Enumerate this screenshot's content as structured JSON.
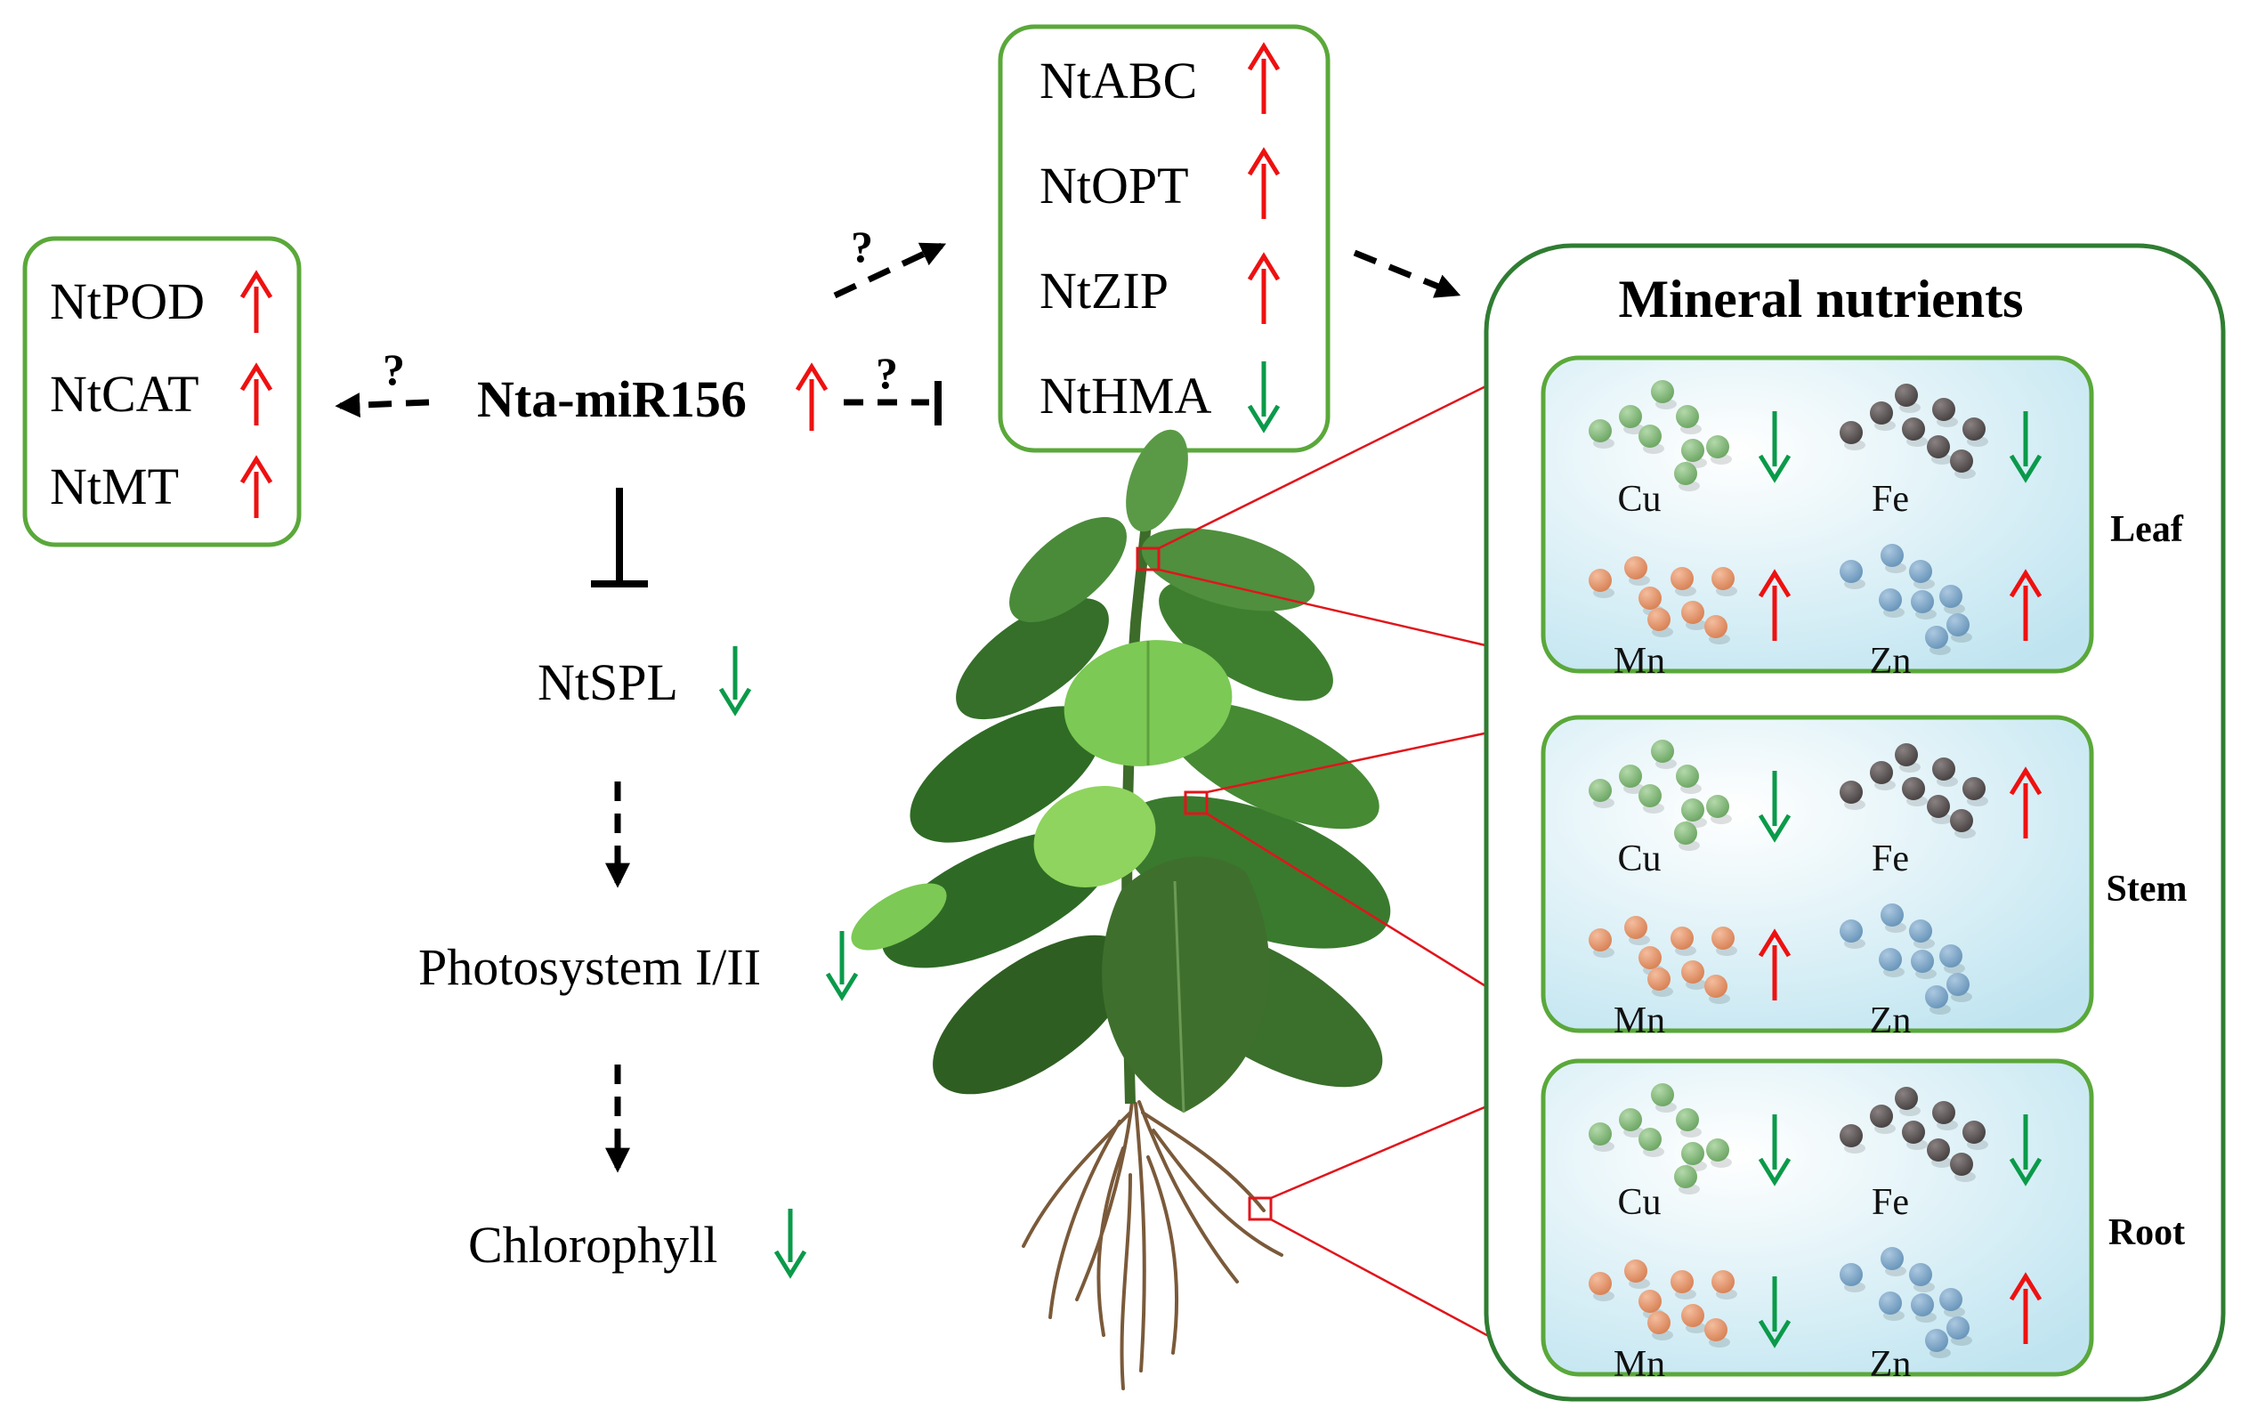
{
  "colors": {
    "box_border": "#5aa83a",
    "panel_border": "#2f7d32",
    "up_arrow": "#ee1111",
    "down_arrow": "#0a9a4a",
    "zoom_line": "#e0151b",
    "cu_dot": "#86b87c",
    "fe_dot": "#5e5757",
    "mn_dot": "#e59a75",
    "zn_dot": "#7fa8c8"
  },
  "left_box": {
    "items": [
      {
        "label": "NtPOD",
        "trend": "up"
      },
      {
        "label": "NtCAT",
        "trend": "up"
      },
      {
        "label": "NtMT",
        "trend": "up"
      }
    ]
  },
  "top_box": {
    "items": [
      {
        "label": "NtABC",
        "trend": "up"
      },
      {
        "label": "NtOPT",
        "trend": "up"
      },
      {
        "label": "NtZIP",
        "trend": "up"
      },
      {
        "label": "NtHMA",
        "trend": "down"
      }
    ]
  },
  "center": {
    "mirna": "Nta-miR156",
    "mirna_trend": "up",
    "question_mark": "?",
    "pathway": [
      {
        "label": "NtSPL",
        "trend": "down"
      },
      {
        "label": "Photosystem I/II",
        "trend": "down"
      },
      {
        "label": "Chlorophyll",
        "trend": "down"
      }
    ]
  },
  "minerals": {
    "title": "Mineral nutrients",
    "organs": [
      {
        "name": "Leaf",
        "elements": [
          {
            "symbol": "Cu",
            "trend": "down"
          },
          {
            "symbol": "Fe",
            "trend": "down"
          },
          {
            "symbol": "Mn",
            "trend": "up"
          },
          {
            "symbol": "Zn",
            "trend": "up"
          }
        ]
      },
      {
        "name": "Stem",
        "elements": [
          {
            "symbol": "Cu",
            "trend": "down"
          },
          {
            "symbol": "Fe",
            "trend": "up"
          },
          {
            "symbol": "Mn",
            "trend": "up"
          },
          {
            "symbol": "Zn",
            "trend": "none"
          }
        ]
      },
      {
        "name": "Root",
        "elements": [
          {
            "symbol": "Cu",
            "trend": "down"
          },
          {
            "symbol": "Fe",
            "trend": "down"
          },
          {
            "symbol": "Mn",
            "trend": "down"
          },
          {
            "symbol": "Zn",
            "trend": "up"
          }
        ]
      }
    ]
  }
}
